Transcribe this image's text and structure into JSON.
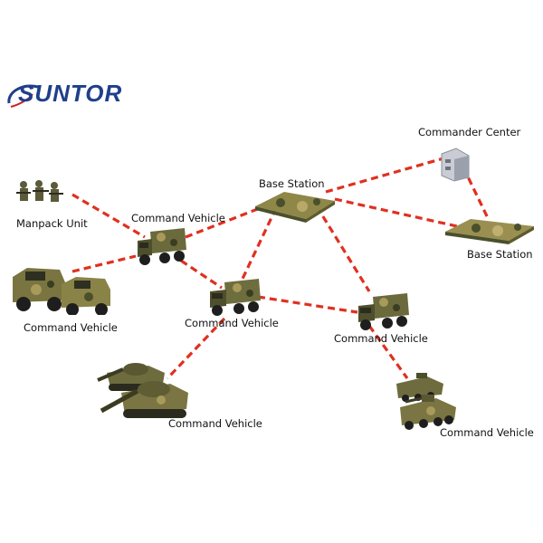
{
  "brand": {
    "logo_text": "SUNTOR",
    "color": "#1f3f8a"
  },
  "colors": {
    "link": "#e03020",
    "camo_dark": "#4a4f2c",
    "camo_light": "#a89a5a"
  },
  "nodes": {
    "commander_center": {
      "label": "Commander Center"
    },
    "base_station_center": {
      "label": "Base Station"
    },
    "base_station_right": {
      "label": "Base Station"
    },
    "manpack_unit": {
      "label": "Manpack Unit"
    },
    "command_vehicle_top": {
      "label": "Command Vehicle"
    },
    "command_vehicle_humvee": {
      "label": "Command Vehicle"
    },
    "command_vehicle_mid": {
      "label": "Command Vehicle"
    },
    "command_vehicle_right": {
      "label": "Command Vehicle"
    },
    "command_vehicle_tank": {
      "label": "Command Vehicle"
    },
    "command_vehicle_apc": {
      "label": "Command Vehicle"
    }
  }
}
